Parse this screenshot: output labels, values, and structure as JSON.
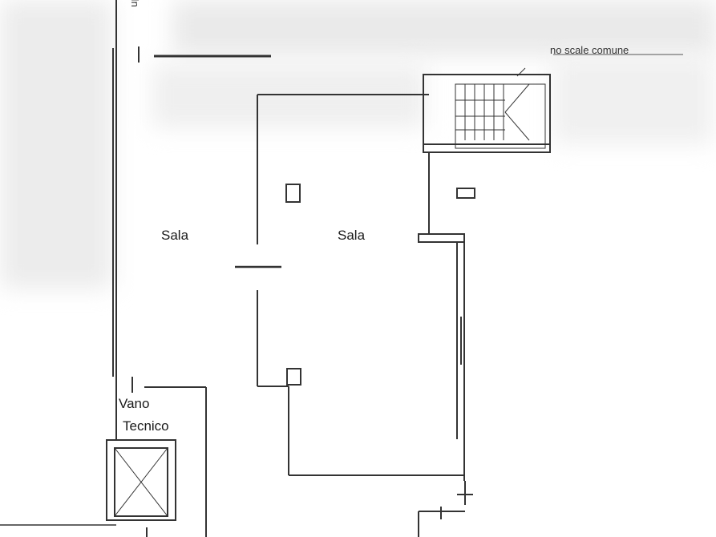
{
  "labels": {
    "room_left": "Sala",
    "room_right": "Sala",
    "technical_line1": "Vano",
    "technical_line2": "Tecnico",
    "stair_note": "no scale comune",
    "top_cut": "In"
  }
}
